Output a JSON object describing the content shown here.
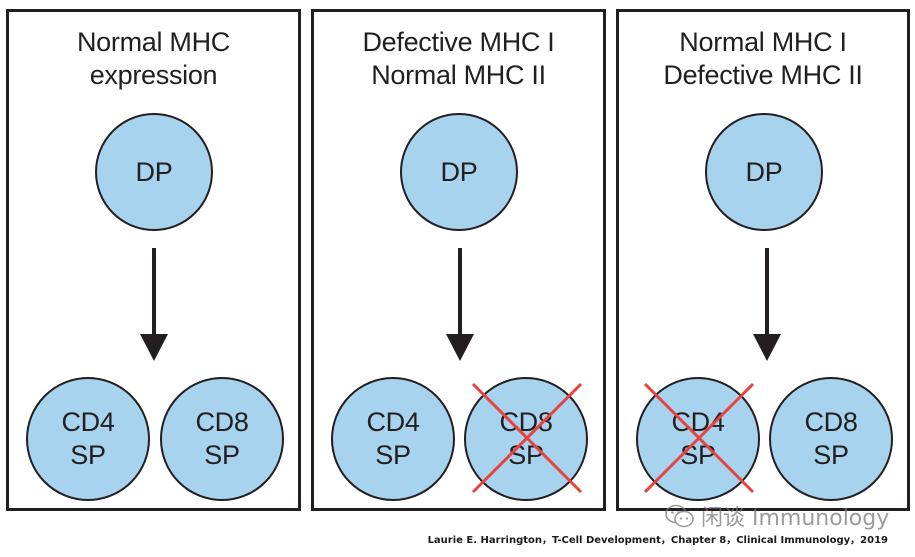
{
  "panels": [
    {
      "title_lines": [
        "Normal MHC",
        "expression"
      ],
      "top_cell": "DP",
      "bottom_cells": [
        {
          "line1": "CD4",
          "line2": "SP",
          "crossed": false
        },
        {
          "line1": "CD8",
          "line2": "SP",
          "crossed": false
        }
      ]
    },
    {
      "title_lines": [
        "Defective MHC I",
        "Normal MHC II"
      ],
      "top_cell": "DP",
      "bottom_cells": [
        {
          "line1": "CD4",
          "line2": "SP",
          "crossed": false
        },
        {
          "line1": "CD8",
          "line2": "SP",
          "crossed": true
        }
      ]
    },
    {
      "title_lines": [
        "Normal MHC I",
        "Defective MHC II"
      ],
      "top_cell": "DP",
      "bottom_cells": [
        {
          "line1": "CD4",
          "line2": "SP",
          "crossed": true
        },
        {
          "line1": "CD8",
          "line2": "SP",
          "crossed": false
        }
      ]
    }
  ],
  "colors": {
    "cell_fill": "#a7d3ee",
    "outline": "#231f20",
    "cross": "#e8423c"
  },
  "citation": "Laurie E. Harrington，T-Cell Development，Chapter 8，Clinical Immunology，2019",
  "watermark": {
    "text": "闲谈 Immunology",
    "icon": "wechat-icon"
  }
}
